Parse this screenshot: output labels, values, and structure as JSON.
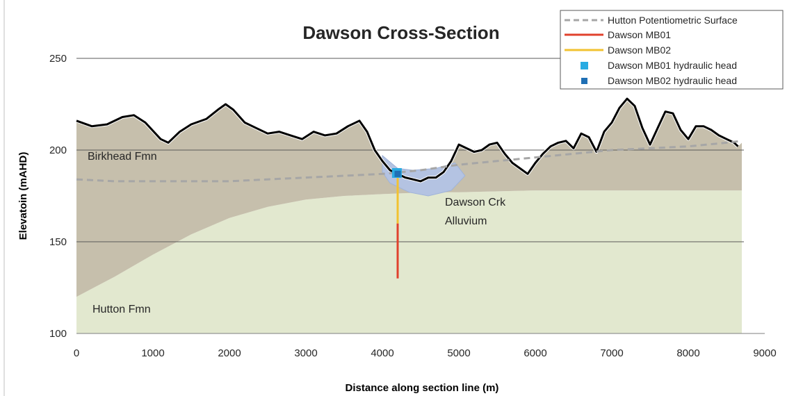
{
  "chart_data": {
    "type": "area",
    "title": "Dawson Cross-Section",
    "xlabel": "Distance along section line (m)",
    "ylabel": "Elevatoin (mAHD)",
    "xlim": [
      0,
      9000
    ],
    "ylim": [
      100,
      250
    ],
    "x_ticks": [
      "0",
      "1000",
      "2000",
      "3000",
      "4000",
      "5000",
      "6000",
      "7000",
      "8000",
      "9000"
    ],
    "y_ticks": [
      "100",
      "150",
      "200",
      "250"
    ],
    "grid": "horizontal",
    "legend_position": "top-right",
    "units": {
      "birkhead": "Birkhead Fmn",
      "hutton": "Hutton Fmn",
      "alluvium_line1": "Dawson Crk",
      "alluvium_line2": "Alluvium"
    },
    "colors": {
      "birkhead": "#c6bfac",
      "hutton": "#e2e8cf",
      "alluvium": "#b4c3e2",
      "ground": "#000000",
      "potentiometric": "#a6a6a6",
      "mb01": "#e0412d",
      "mb02": "#f2c230",
      "mb01_head": "#29abe2",
      "mb02_head": "#1f6fb4"
    },
    "ground_surface": {
      "name": "",
      "x": [
        0,
        200,
        400,
        600,
        750,
        900,
        1100,
        1200,
        1350,
        1500,
        1700,
        1850,
        1950,
        2050,
        2200,
        2350,
        2500,
        2650,
        2800,
        2950,
        3100,
        3250,
        3400,
        3550,
        3700,
        3800,
        3900,
        4000,
        4100,
        4200,
        4300,
        4400,
        4500,
        4600,
        4700,
        4800,
        4900,
        5000,
        5100,
        5200,
        5300,
        5400,
        5500,
        5600,
        5700,
        5800,
        5900,
        6000,
        6100,
        6200,
        6300,
        6400,
        6500,
        6600,
        6700,
        6800,
        6900,
        7000,
        7100,
        7200,
        7300,
        7400,
        7500,
        7600,
        7700,
        7800,
        7900,
        8000,
        8100,
        8200,
        8300,
        8400,
        8500,
        8600,
        8650
      ],
      "y": [
        216,
        213,
        214,
        218,
        219,
        215,
        206,
        204,
        210,
        214,
        217,
        222,
        225,
        222,
        215,
        212,
        209,
        210,
        208,
        206,
        210,
        208,
        209,
        213,
        216,
        210,
        200,
        194,
        189,
        187,
        185,
        184,
        183,
        185,
        185,
        188,
        194,
        203,
        201,
        199,
        200,
        203,
        204,
        198,
        193,
        190,
        187,
        193,
        198,
        202,
        204,
        205,
        201,
        209,
        207,
        199,
        210,
        215,
        223,
        228,
        224,
        212,
        203,
        212,
        221,
        220,
        211,
        206,
        213,
        213,
        211,
        208,
        206,
        204,
        202
      ]
    },
    "series": [
      {
        "name": "Hutton Potentiometric Surface",
        "style": "dashed",
        "x": [
          0,
          500,
          1000,
          1500,
          2000,
          2500,
          3000,
          3500,
          4000,
          4500,
          5000,
          5500,
          6000,
          6500,
          7000,
          7500,
          8000,
          8500,
          8700
        ],
        "y": [
          184,
          183,
          183,
          183,
          183,
          184,
          185,
          186,
          187,
          189,
          192,
          194,
          196,
          198,
          200,
          201,
          202,
          204,
          205
        ]
      },
      {
        "name": "Dawson MB01",
        "style": "line",
        "x": [
          4200,
          4200
        ],
        "y": [
          130,
          160
        ]
      },
      {
        "name": "Dawson MB02",
        "style": "line",
        "x": [
          4200,
          4200
        ],
        "y": [
          160,
          187
        ]
      },
      {
        "name": "Dawson MB01 hydraulic head",
        "style": "marker",
        "x": [
          4190
        ],
        "y": [
          187.5
        ]
      },
      {
        "name": "Dawson MB02 hydraulic head",
        "style": "marker",
        "x": [
          4200
        ],
        "y": [
          187
        ]
      }
    ]
  }
}
